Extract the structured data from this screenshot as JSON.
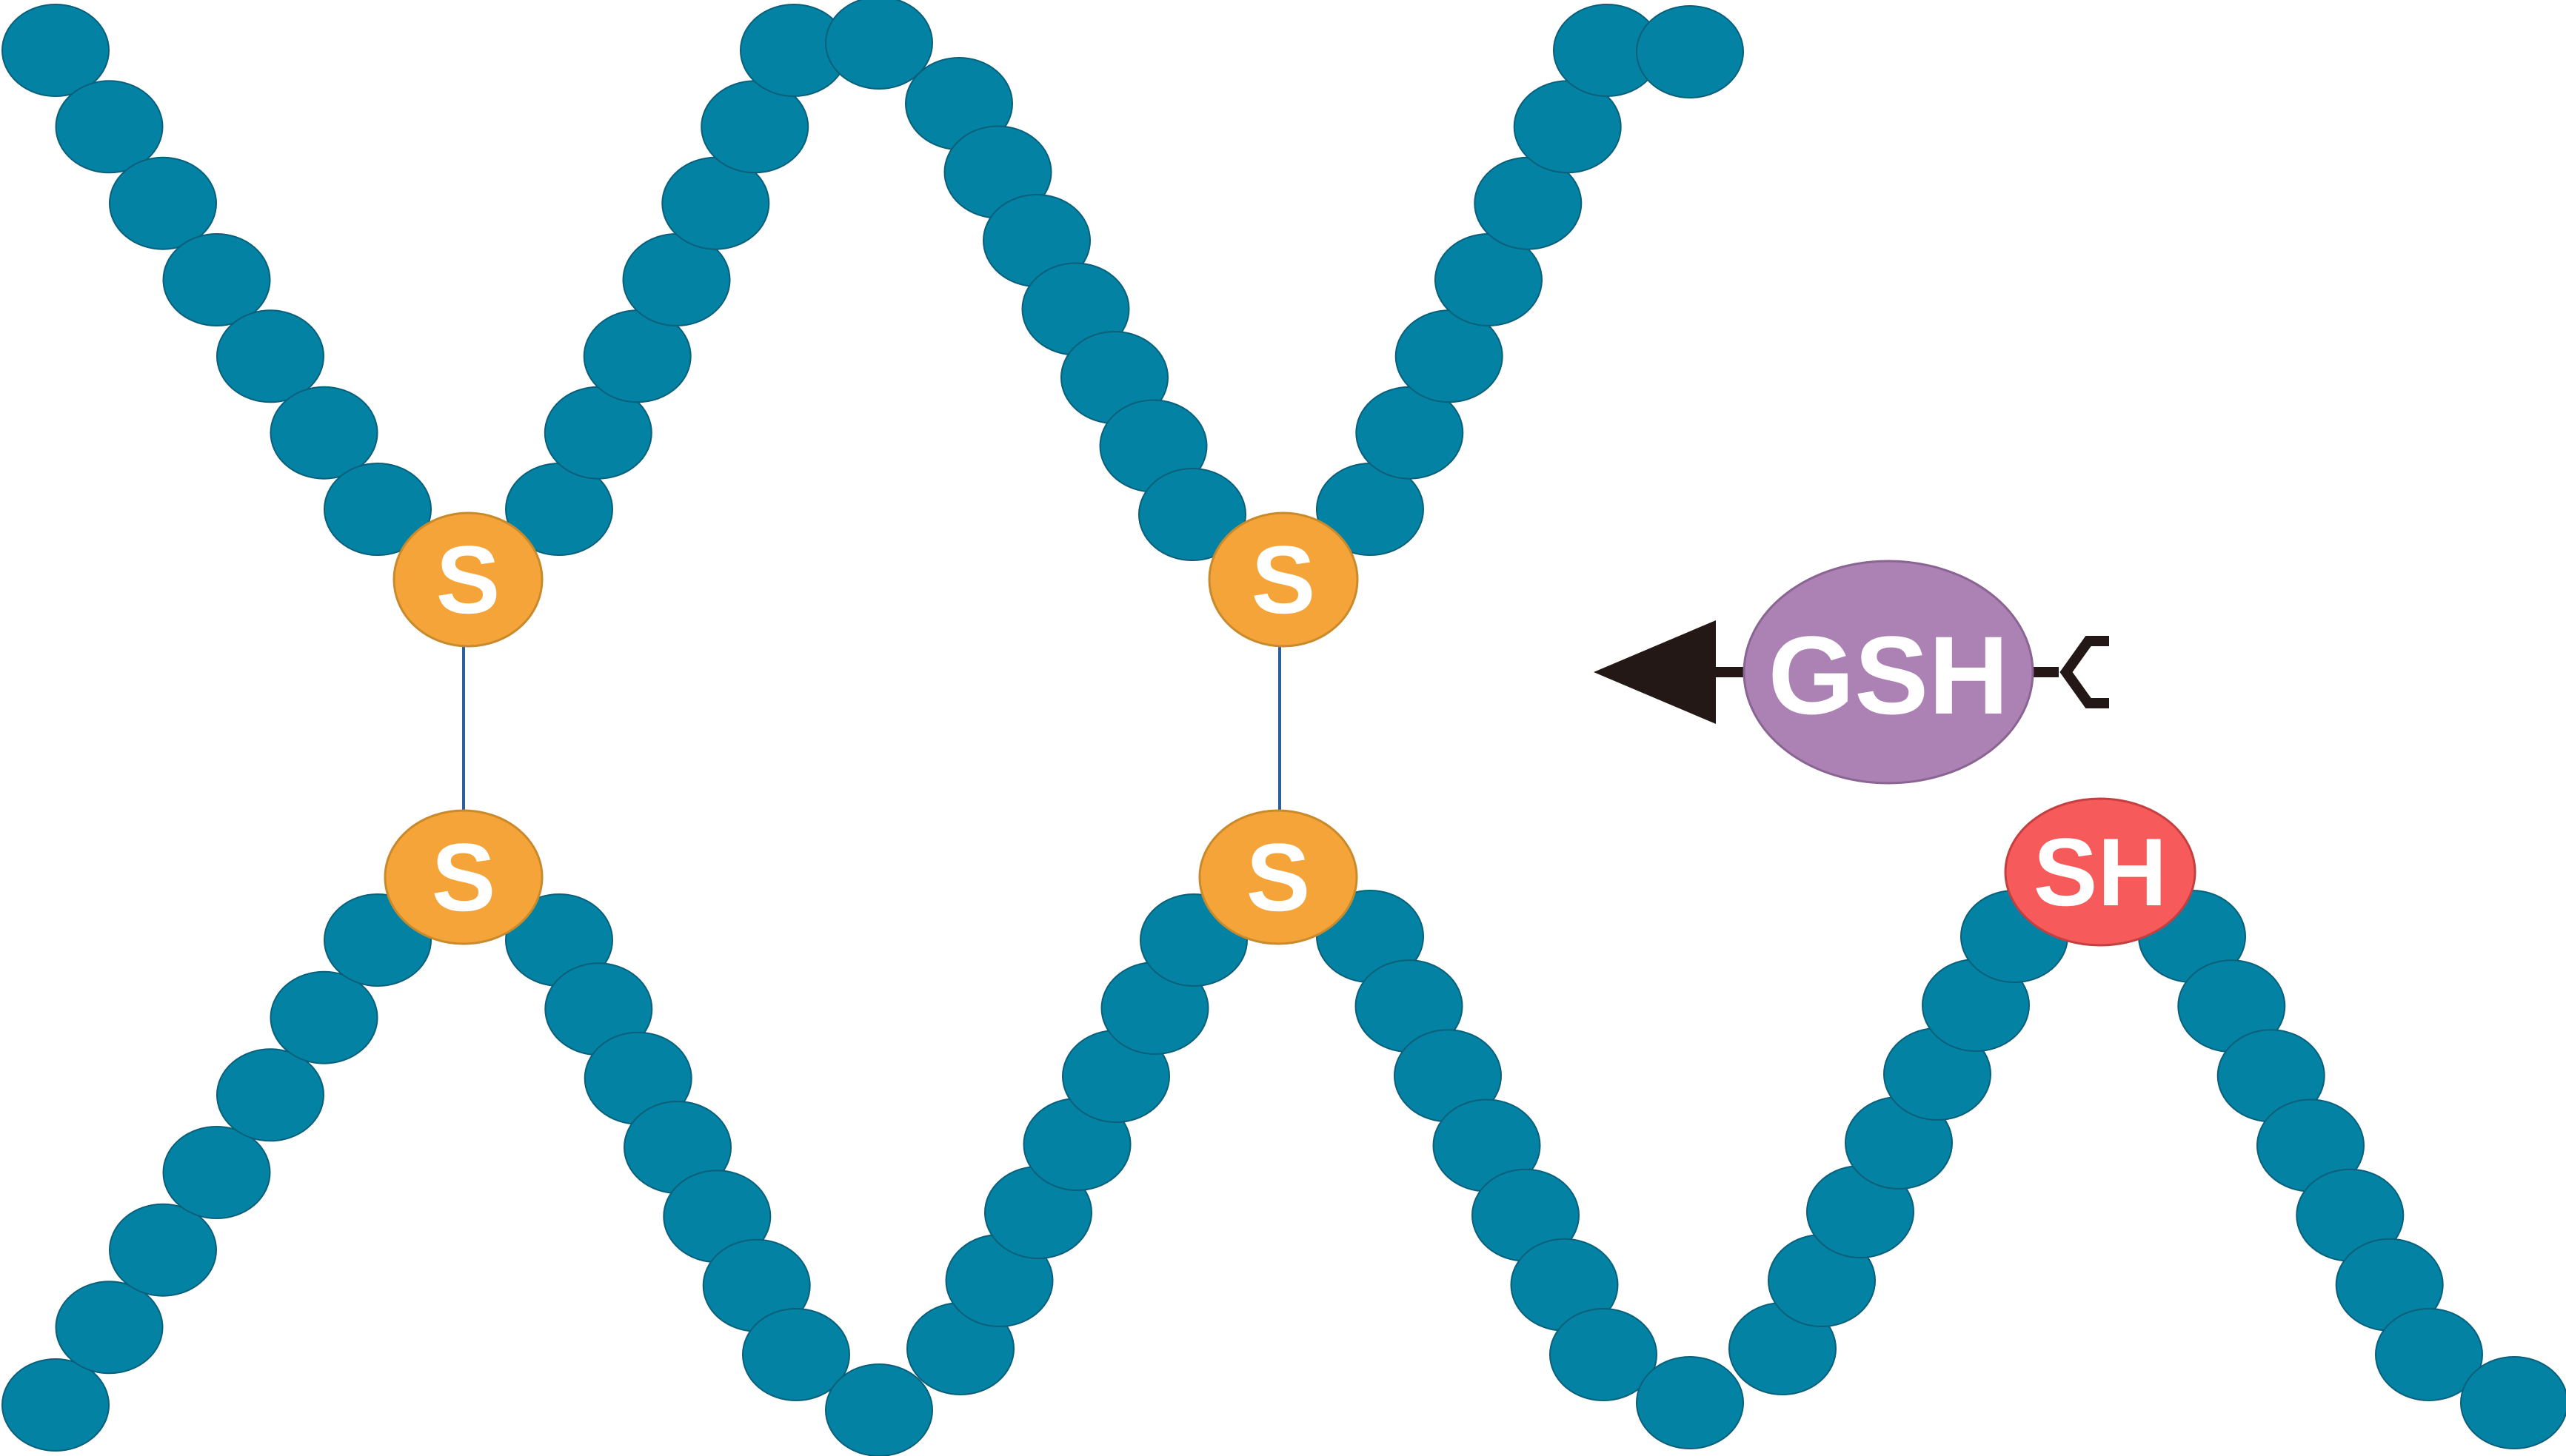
{
  "colors": {
    "bead": "#0382a3",
    "sulfur": "#f5a43a",
    "sulfur_stroke": "#c98a2c",
    "thiol": "#f75a5a",
    "gsh": "#ab82b3",
    "bond": "#2c5ea0",
    "arrow": "#231815"
  },
  "labels": {
    "sulfur": "S",
    "thiol": "SH",
    "glutathione": "GSH"
  }
}
